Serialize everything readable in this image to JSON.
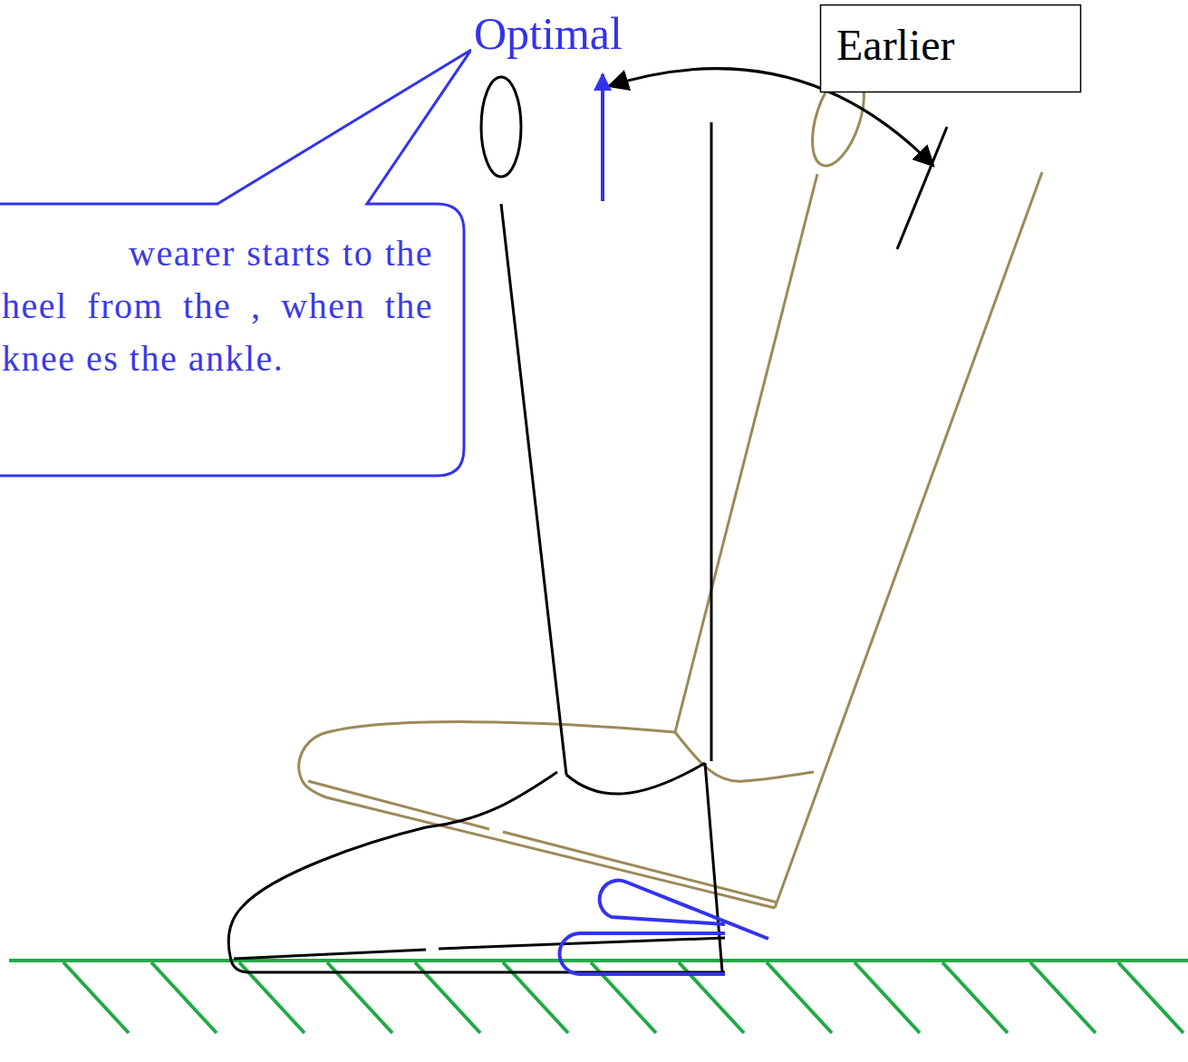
{
  "diagram": {
    "nodes": [
      {
        "text": [
          "wearer starts to the heel from the , when the knee es the ankle."
        ]
      },
      {
        "text": [
          "Earlier"
        ]
      }
    ],
    "labels": [
      "Optimal"
    ]
  }
}
